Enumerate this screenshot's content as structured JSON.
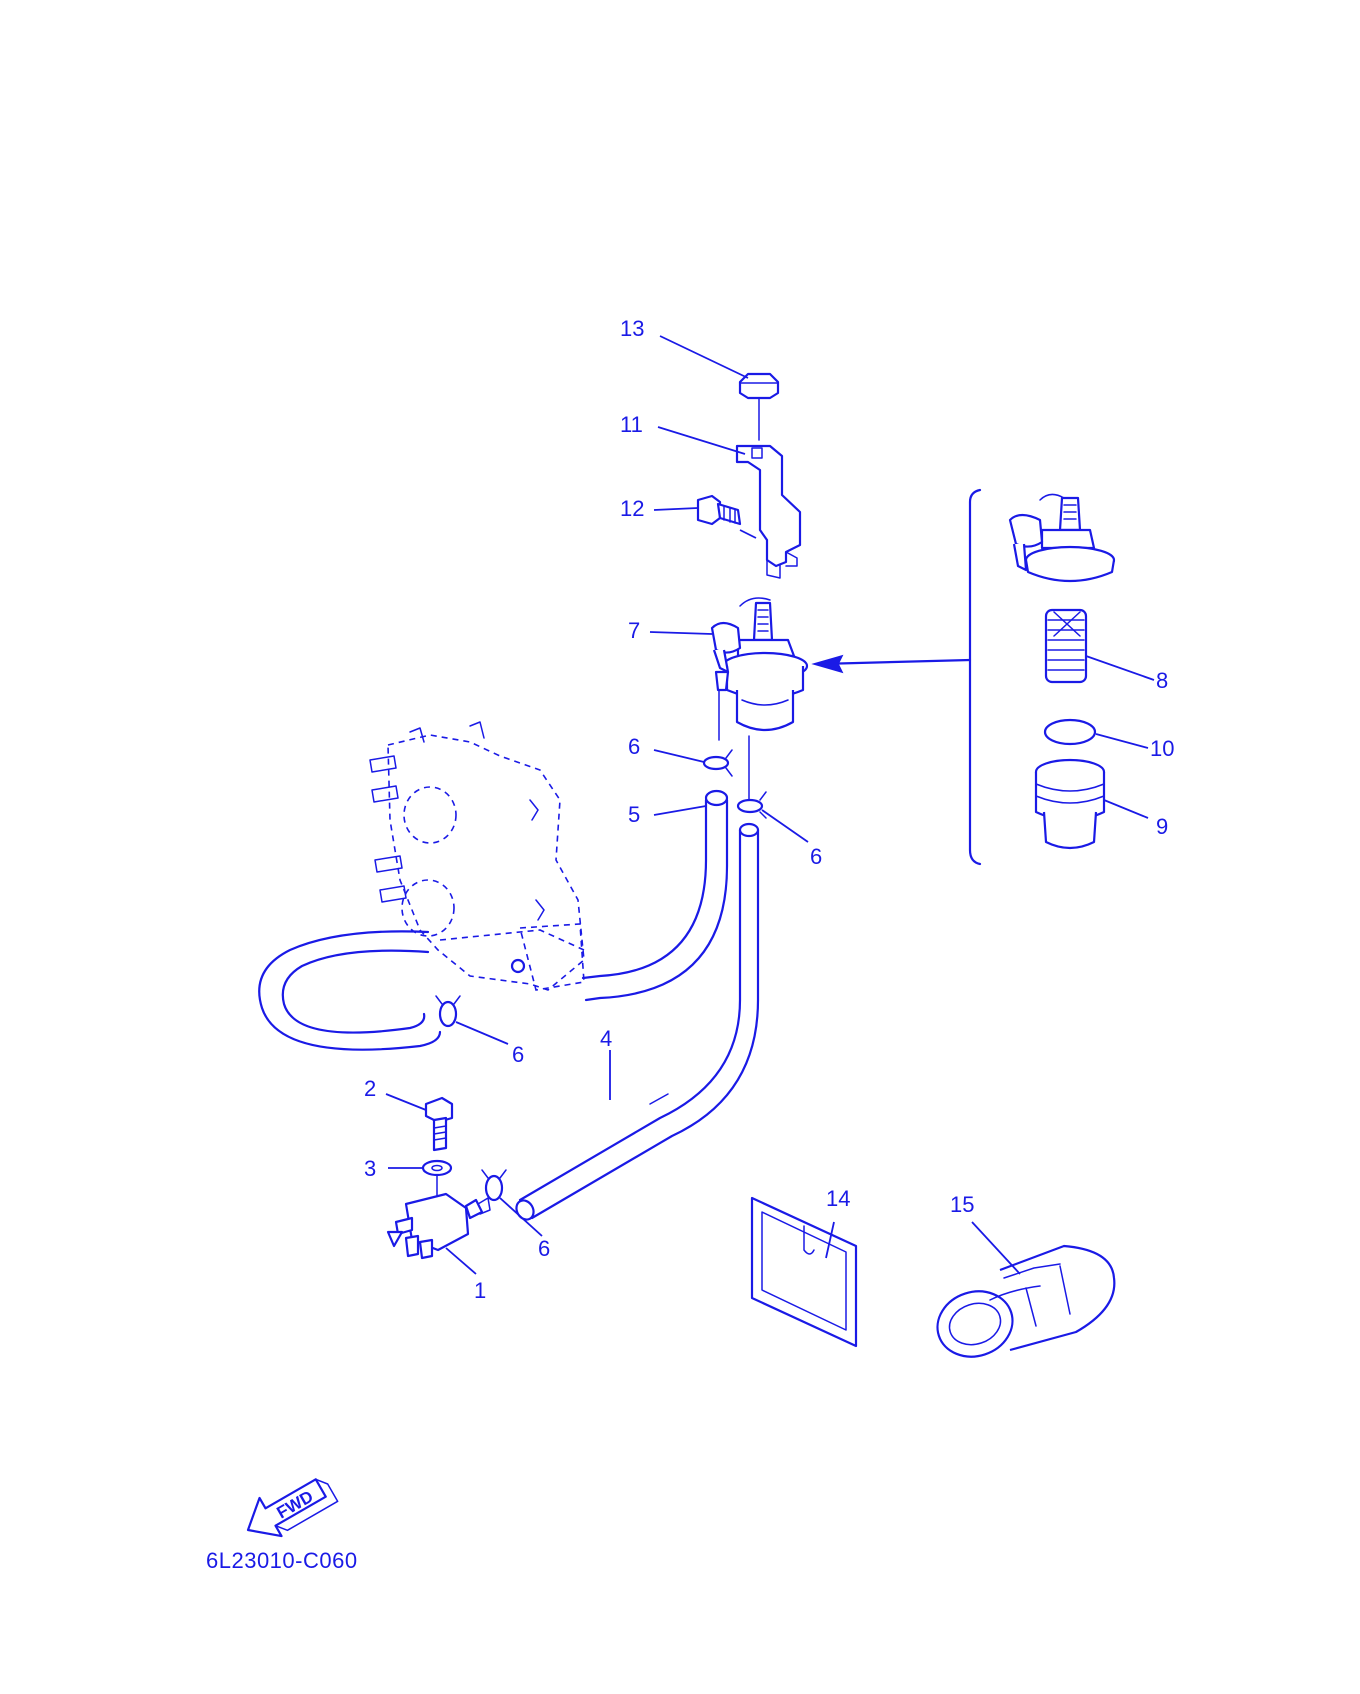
{
  "diagram": {
    "code": "6L23010-C060",
    "fwd_label": "FWD",
    "callouts": [
      "13",
      "11",
      "12",
      "7",
      "8",
      "10",
      "9",
      "6",
      "5",
      "6",
      "6",
      "4",
      "2",
      "3",
      "6",
      "1",
      "14",
      "15"
    ]
  },
  "colors": {
    "line": "#1a1ae6",
    "background": "#ffffff"
  }
}
